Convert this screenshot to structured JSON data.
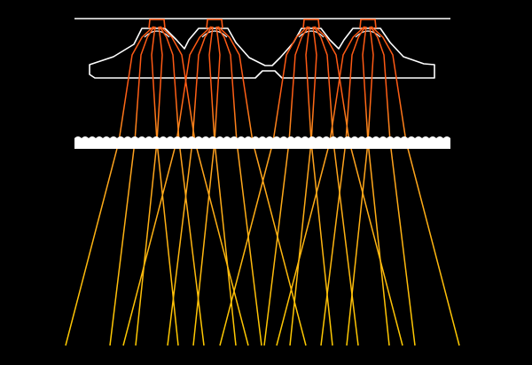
{
  "diagram": {
    "kind": "optical-ray-trace",
    "description_visible_text": "",
    "colors": {
      "background": "#000000",
      "outline": "#ffffff",
      "diffuser": "#ffffff",
      "ray_near": "#ff5a14",
      "ray_mid": "#ffa020",
      "ray_far": "#ffcc00"
    },
    "lens_count": 4,
    "rays_per_lens": 6
  }
}
